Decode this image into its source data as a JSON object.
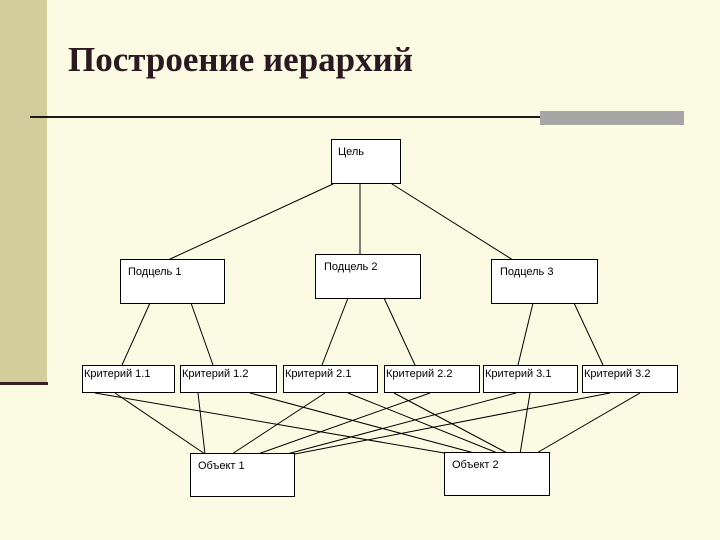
{
  "slide": {
    "title": "Построение иерархий"
  },
  "diagram": {
    "goal": "Цель",
    "subgoals": [
      "Подцель 1",
      "Подцель 2",
      "Подцель 3"
    ],
    "criteria": [
      "Критерий 1.1",
      "Критерий 1.2",
      "Критерий 2.1",
      "Критерий 2.2",
      "Критерий 3.1",
      "Критерий 3.2"
    ],
    "objects": [
      "Объект 1",
      "Объект 2"
    ]
  },
  "colors": {
    "background": "#fbfbe4",
    "side_strip": "#d2cd9a",
    "title_text": "#2b1820",
    "accent_bar": "#a6a6a6"
  }
}
